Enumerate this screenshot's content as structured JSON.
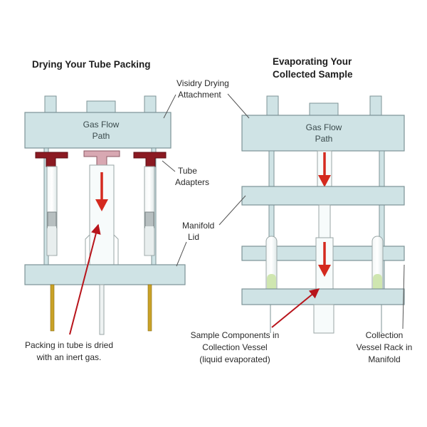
{
  "headings": {
    "left": "Drying Your Tube Packing",
    "right_line1": "Evaporating Your",
    "right_line2": "Collected Sample"
  },
  "labels": {
    "visidry_line1": "Visidry Drying",
    "visidry_line2": "Attachment",
    "gas_flow_line1": "Gas Flow",
    "gas_flow_line2": "Path",
    "tube_adapters_line1": "Tube",
    "tube_adapters_line2": "Adapters",
    "manifold_lid_line1": "Manifold",
    "manifold_lid_line2": "Lid",
    "packing_line1": "Packing in tube is dried",
    "packing_line2": "with an inert gas.",
    "sample_line1": "Sample Components in",
    "sample_line2": "Collection Vessel",
    "sample_line3": "(liquid evaporated)",
    "rack_line1": "Collection",
    "rack_line2": "Vessel Rack in",
    "rack_line3": "Manifold"
  },
  "colors": {
    "block_fill": "#cfe3e5",
    "block_stroke": "#7c9396",
    "arrow_red": "#d42a1f",
    "pointer_red": "#b8141b",
    "adapter_red": "#8b1a22",
    "gold_needle": "#c9a227",
    "tube_green": "#cfe6b0"
  },
  "icons": {
    "gas_arrow": "red-down-arrow",
    "pointer": "red-pointer-arrow"
  }
}
